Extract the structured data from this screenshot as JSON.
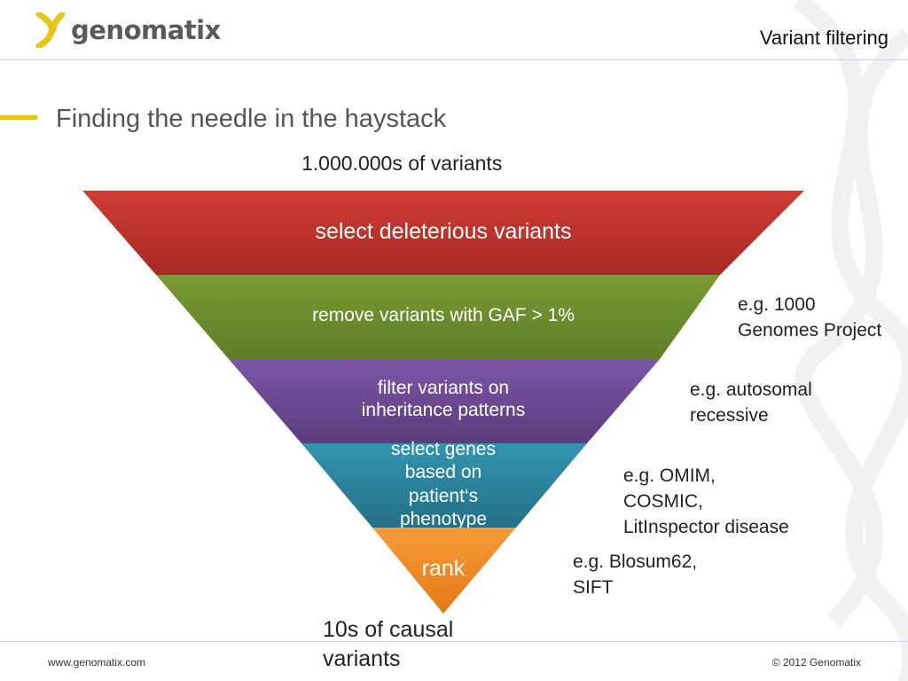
{
  "brand": {
    "name": "genomatix"
  },
  "header": {
    "title": "Variant filtering"
  },
  "slide": {
    "title": "Finding the needle in the haystack"
  },
  "funnel": {
    "top_label": "1.000.000s of variants",
    "bottom_label_line1": "10s of causal",
    "bottom_label_line2": "variants",
    "stages": [
      {
        "label_line1": "select deleterious variants",
        "label_line2": "",
        "label_line3": "",
        "label_line4": "",
        "color": "#c0392b"
      },
      {
        "label_line1": "remove variants with GAF > 1%",
        "label_line2": "",
        "label_line3": "",
        "label_line4": "",
        "color": "#6e8f2e"
      },
      {
        "label_line1": "filter variants on",
        "label_line2": "inheritance patterns",
        "label_line3": "",
        "label_line4": "",
        "color": "#6b4a8f"
      },
      {
        "label_line1": "select genes",
        "label_line2": "based on",
        "label_line3": "patient‘s",
        "label_line4": "phenotype",
        "color": "#2e86a0"
      },
      {
        "label_line1": "rank",
        "label_line2": "",
        "label_line3": "",
        "label_line4": "",
        "color": "#f08a24"
      }
    ]
  },
  "notes": [
    {
      "line1": "e.g. 1000",
      "line2": "Genomes Project",
      "line3": ""
    },
    {
      "line1": "e.g. autosomal",
      "line2": "recessive",
      "line3": ""
    },
    {
      "line1": "e.g. OMIM,",
      "line2": "COSMIC,",
      "line3": "LitInspector disease"
    },
    {
      "line1": "e.g. Blosum62,",
      "line2": "SIFT",
      "line3": ""
    }
  ],
  "footer": {
    "url": "www.genomatix.com",
    "copyright": "© 2012 Genomatix"
  }
}
